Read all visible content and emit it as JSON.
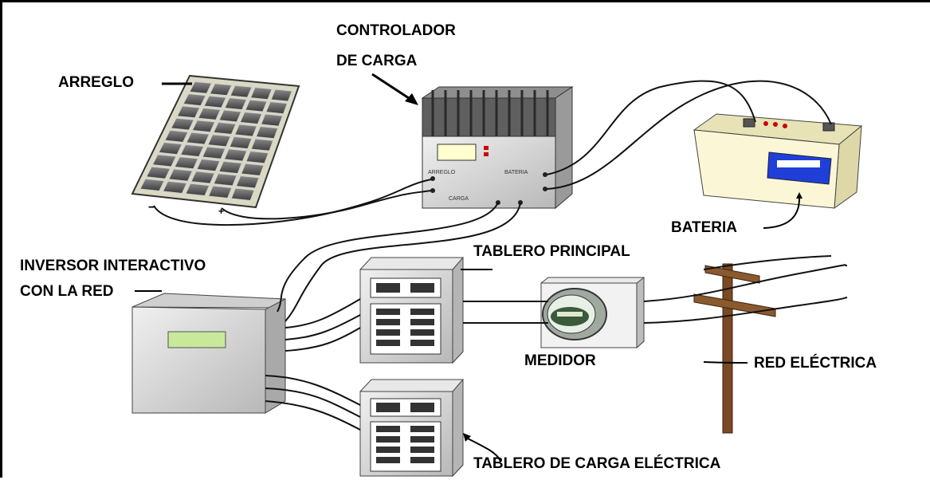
{
  "labels": {
    "arreglo": "ARREGLO",
    "controlador_line1": "CONTROLADOR",
    "controlador_line2": "DE CARGA",
    "bateria": "BATERIA",
    "inversor_line1": "INVERSOR INTERACTIVO",
    "inversor_line2": "CON LA RED",
    "tablero_principal": "TABLERO PRINCIPAL",
    "medidor": "MEDIDOR",
    "red_electrica": "RED ELÉCTRICA",
    "tablero_carga": "TABLERO DE CARGA ELÉCTRICA"
  },
  "controller_panel": {
    "arreglo_terminal": "ARREGLO",
    "bateria_terminal": "BATERIA",
    "carga_terminal": "CARGA"
  },
  "colors": {
    "frame": "#000000",
    "display_green": "#c8e89a",
    "battery_body": "#fbf7d6",
    "battery_label": "#1f3fd8",
    "pole_wood": "#7a4a23"
  }
}
